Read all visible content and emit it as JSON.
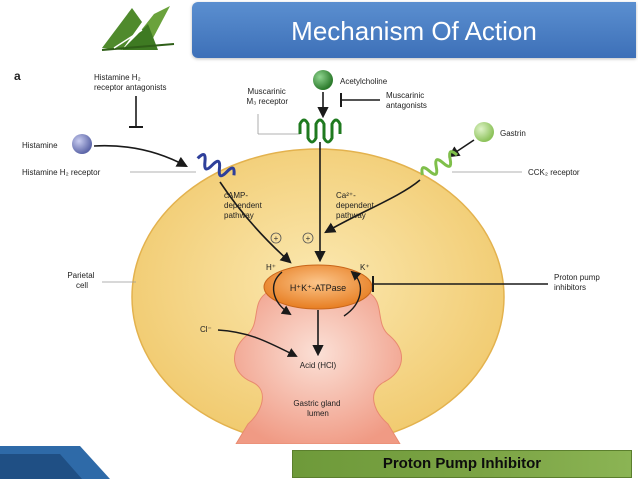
{
  "slide": {
    "title": "Mechanism Of Action",
    "footer": "Proton Pump Inhibitor"
  },
  "diagram": {
    "panel_label": "a",
    "labels": {
      "h2_antagonists": [
        "Histamine H₂",
        "receptor antagonists"
      ],
      "histamine": "Histamine",
      "h2_receptor": "Histamine H₂ receptor",
      "acetylcholine": "Acetylcholine",
      "m3_receptor": [
        "Muscarinic",
        "M₃ receptor"
      ],
      "muscarinic_antagonists": [
        "Muscarinic",
        "antagonists"
      ],
      "gastrin": "Gastrin",
      "cck2_receptor": "CCK₂ receptor",
      "camp_pathway": [
        "cAMP-",
        "dependent",
        "pathway"
      ],
      "ca_pathway": [
        "Ca²⁺-",
        "dependent",
        "pathway"
      ],
      "plus": "+",
      "h_ion": "H⁺",
      "k_ion": "K⁺",
      "atpase": "H⁺K⁺-ATPase",
      "parietal_cell": [
        "Parietal",
        "cell"
      ],
      "ppi": [
        "Proton pump",
        "inhibitors"
      ],
      "cl_ion": "Cl⁻",
      "acid": "Acid (HCl)",
      "lumen": [
        "Gastric gland",
        "lumen"
      ]
    },
    "colors": {
      "cell": "#f6d98a",
      "lumen": "#f3a48f",
      "atpase": "#f08a2c",
      "histamine": "#7e87c4",
      "muscarinic": "#2f8a2f",
      "gastrin": "#9bcc6a"
    }
  }
}
